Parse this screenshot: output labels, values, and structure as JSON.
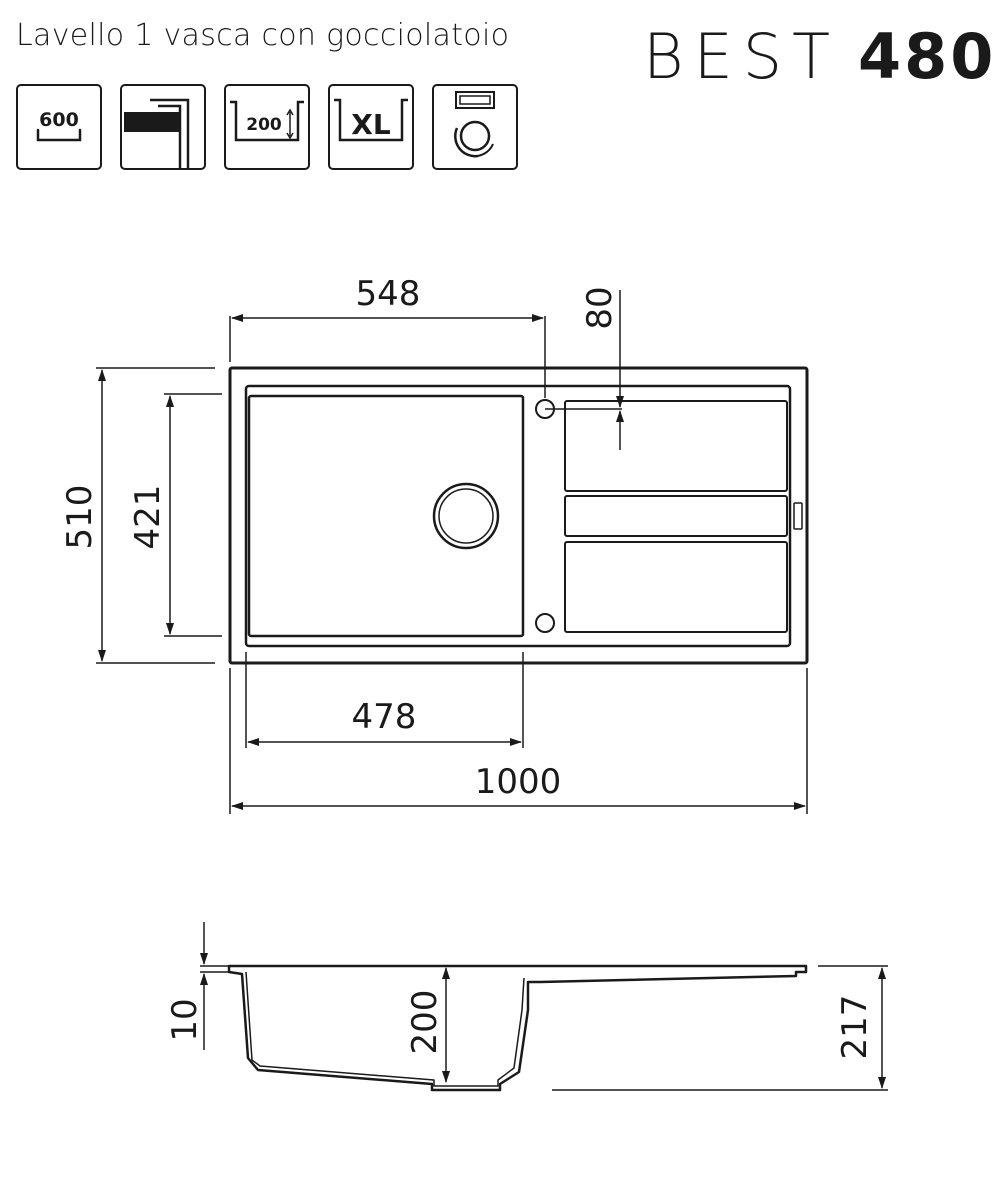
{
  "header": {
    "subtitle": "Lavello 1 vasca con gocciolatoio",
    "brand_thin": "BEST",
    "brand_bold": "480"
  },
  "icons": [
    {
      "name": "cabinet-600-icon",
      "label": "600"
    },
    {
      "name": "overmount-edge-icon",
      "label": ""
    },
    {
      "name": "bowl-depth-200-icon",
      "label": "200"
    },
    {
      "name": "xl-bowl-icon",
      "label": "XL"
    },
    {
      "name": "waste-bin-icon",
      "label": ""
    }
  ],
  "dimensions": {
    "top_548": "548",
    "drain_80": "80",
    "height_510": "510",
    "bowl_421": "421",
    "bowl_478": "478",
    "width_1000": "1000",
    "rim_10": "10",
    "depth_200": "200",
    "total_217": "217"
  }
}
